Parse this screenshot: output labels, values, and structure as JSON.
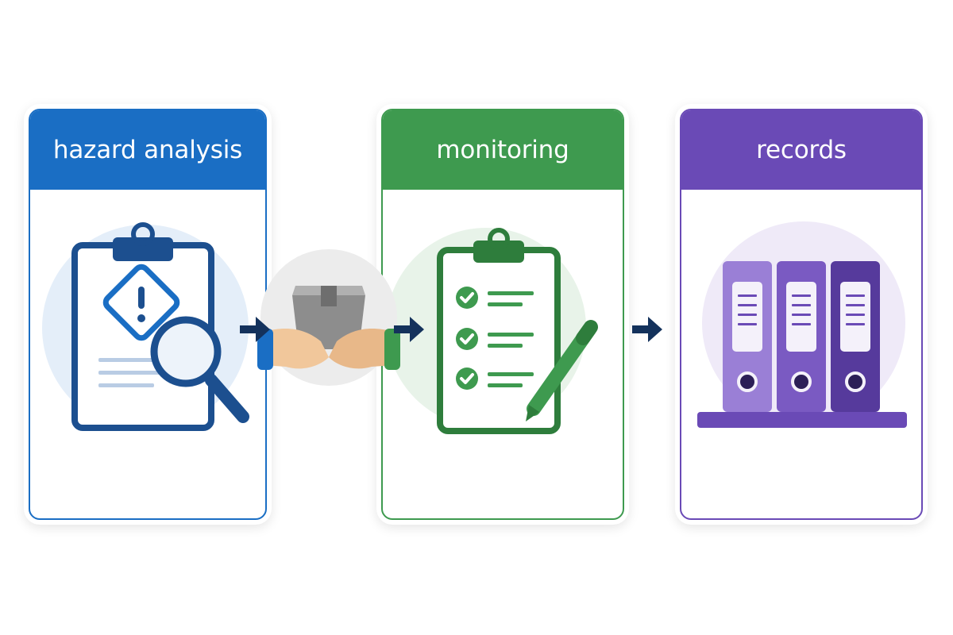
{
  "stages": [
    {
      "label": "hazard analysis",
      "accent": "#1a6ec4",
      "icon": "hazard-clipboard-magnifier-icon"
    },
    {
      "label": "monitoring",
      "accent": "#3e9a4f",
      "icon": "checklist-clipboard-pen-icon"
    },
    {
      "label": "records",
      "accent": "#6a4ab6",
      "icon": "binders-shelf-icon"
    }
  ],
  "handoff": {
    "icon": "package-handoff-icon"
  },
  "connectors": {
    "icon": "right-arrow-icon",
    "color": "#14325c"
  }
}
